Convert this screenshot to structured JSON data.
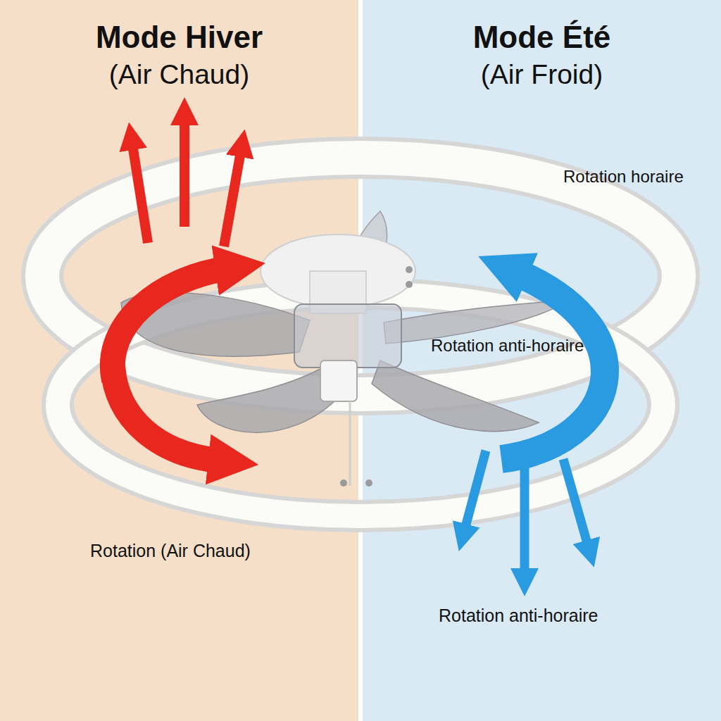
{
  "diagram": {
    "nodes": [
      {
        "text": [
          "Mode Hiver",
          "(Air Chaud)",
          "Rotation (Air Chaud)"
        ]
      },
      {
        "text": [
          "Mode Été",
          "(Air Froid)",
          "Rotation horaire",
          "Rotation anti-horaire",
          "Rotation anti-horaire"
        ]
      }
    ]
  }
}
